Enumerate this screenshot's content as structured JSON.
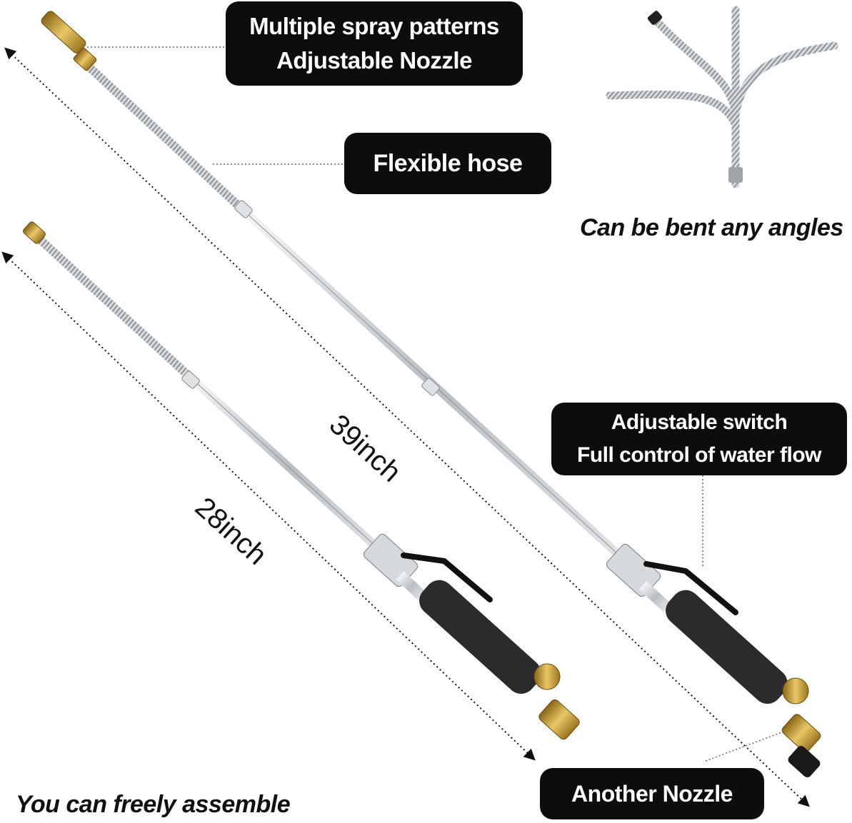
{
  "callouts": {
    "nozzle": {
      "line1": "Multiple spray patterns",
      "line2": "Adjustable Nozzle"
    },
    "hose": {
      "label": "Flexible hose"
    },
    "switch": {
      "line1": "Adjustable switch",
      "line2": "Full control of water flow"
    },
    "another_nozzle": {
      "label": "Another Nozzle"
    }
  },
  "captions": {
    "bend": "Can be bent any angles",
    "assemble": "You can freely assemble"
  },
  "dimensions": {
    "long": "39inch",
    "short": "28inch"
  },
  "colors": {
    "callout_bg": "#0d0d0d",
    "brass": "#c9a13b",
    "steel": "#c8ccd0",
    "grip": "#2b2b2b"
  }
}
